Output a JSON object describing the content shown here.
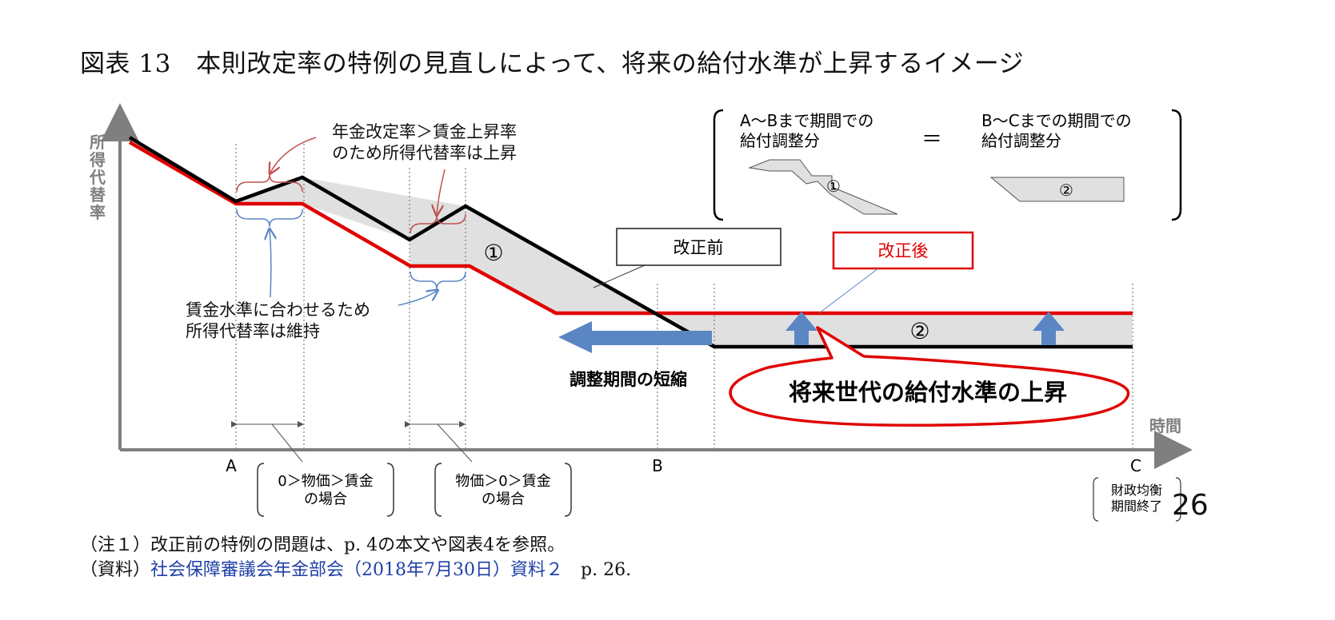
{
  "title": "図表 13　本則改定率の特例の見直しによって、将来の給付水準が上昇するイメージ",
  "y_axis_label": "所得代替率",
  "x_axis_label": "時間",
  "x_points": {
    "a": "A",
    "b": "B",
    "c": "C"
  },
  "c_note": "財政均衡\n期間終了",
  "bracket_top": "年金改定率＞賃金上昇率\nのため所得代替率は上昇",
  "bracket_bottom": "賃金水準に合わせるため\n所得代替率は維持",
  "case_1": "0＞物価＞賃金\nの場合",
  "case_2": "物価＞0＞賃金\nの場合",
  "legend": {
    "ab_label": "A～Bまで期間での\n給付調整分",
    "equals": "＝",
    "bc_label": "B～Cまでの期間での\n給付調整分",
    "marker_1": "①",
    "marker_2": "②"
  },
  "before_label": "改正前",
  "after_label": "改正後",
  "shorten_label": "調整期間の短縮",
  "rise_label": "将来世代の給付水準の上昇",
  "area_1": "①",
  "area_2": "②",
  "page_number": "26",
  "notes": {
    "note1": "（注１）改正前の特例の問題は、p. 4の本文や図表4を参照。",
    "source_prefix": "（資料）",
    "source_link": "社会保障審議会年金部会（2018年7月30日）資料２",
    "source_suffix": "p. 26."
  },
  "colors": {
    "after_line": "#e00000",
    "before_line": "#000000",
    "arrow": "#5b86c4",
    "shade": "#e0e0e0",
    "axis": "#7f7f7f",
    "callout": "#c0504d",
    "note_link": "#1f3fa8"
  }
}
